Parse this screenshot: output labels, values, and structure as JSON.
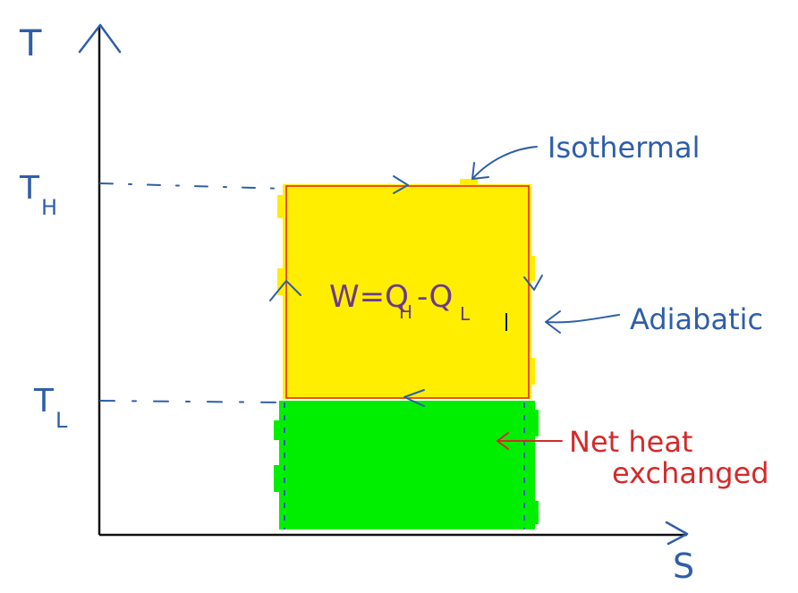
{
  "axes": {
    "y_label": "T",
    "x_label": "S",
    "y_ticks": [
      {
        "key": "th",
        "label": "T",
        "sub": "H"
      },
      {
        "key": "tl",
        "label": "T",
        "sub": "L"
      }
    ]
  },
  "cycle": {
    "work_label": "W=Q",
    "work_sub_h": "H",
    "work_mid": "-Q",
    "work_sub_l": "L"
  },
  "annotations": {
    "isothermal": "Isothermal",
    "adiabatic": "Adiabatic",
    "net_heat_line1": "Net heat",
    "net_heat_line2": "exchanged"
  },
  "colors": {
    "ink_blue": "#2f5ea8",
    "ink_red": "#d42a2a",
    "ink_purple": "#6b3a8e",
    "fill_yellow": "#ffee00",
    "fill_green": "#00ee00",
    "outline_red": "#e02020",
    "axis_black": "#111111"
  }
}
